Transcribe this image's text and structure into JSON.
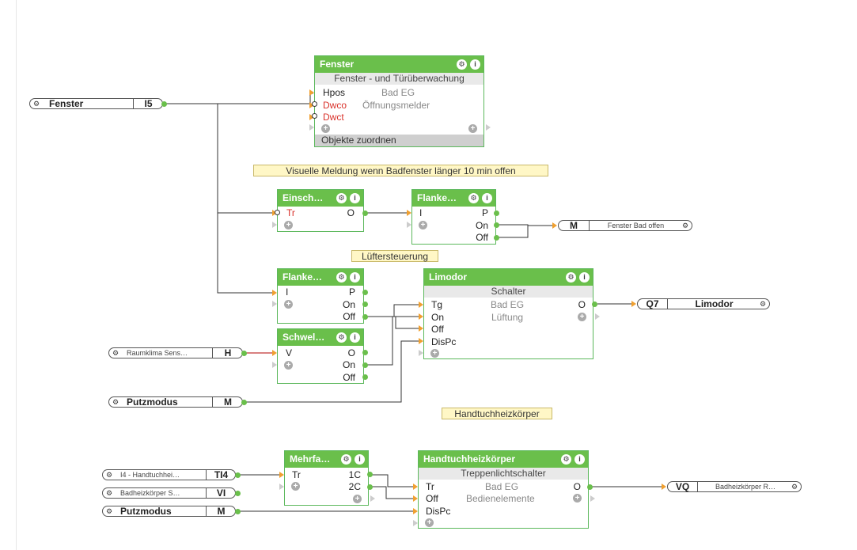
{
  "icons": {
    "gear": "gear-icon",
    "info": "info-icon",
    "plus": "plus-icon"
  },
  "colors": {
    "block_header": "#6abf4b",
    "input_pin": "#f0a030",
    "note_bg": "#fff7c6",
    "wire": "#333333",
    "red_wire": "#b00000"
  },
  "notes": {
    "n1": "Visuelle Meldung wenn Badfenster länger 10 min offen",
    "n2": "Lüftersteuerung",
    "n3": "Handtuchheizkörper"
  },
  "fenster": {
    "title": "Fenster",
    "subtitle": "Fenster - und Türüberwachung",
    "in1": "Hpos",
    "in2": "Dwco",
    "in3": "Dwct",
    "info1": "Bad EG",
    "info2": "Öffnungsmelder",
    "footer": "Objekte zuordnen"
  },
  "einsch": {
    "title": "Einsch…",
    "in1": "Tr",
    "out1": "O"
  },
  "flanke1": {
    "title": "Flanke…",
    "in1": "I",
    "out1": "P",
    "out2": "On",
    "out3": "Off"
  },
  "flanke2": {
    "title": "Flanke…",
    "in1": "I",
    "out1": "P",
    "out2": "On",
    "out3": "Off"
  },
  "schwel": {
    "title": "Schwel…",
    "in1": "V",
    "out1": "O",
    "out2": "On",
    "out3": "Off"
  },
  "limodor": {
    "title": "Limodor",
    "subtitle": "Schalter",
    "in1": "Tg",
    "in2": "On",
    "in3": "Off",
    "in4": "DisPc",
    "info1": "Bad EG",
    "info2": "Lüftung",
    "out1": "O"
  },
  "mehrfa": {
    "title": "Mehrfa…",
    "in1": "Tr",
    "out1": "1C",
    "out2": "2C"
  },
  "handtuch": {
    "title": "Handtuchheizkörper",
    "subtitle": "Treppenlichtschalter",
    "in1": "Tr",
    "in2": "Off",
    "in3": "DisPc",
    "info1": "Bad EG",
    "info2": "Bedienelemente",
    "out1": "O"
  },
  "objects": {
    "fenster_in": {
      "name": "Fenster",
      "addr": "I5"
    },
    "fenster_bad": {
      "name": "Fenster Bad offen",
      "addr": "M"
    },
    "limodor_out": {
      "name": "Limodor",
      "addr": "Q7"
    },
    "raumklima": {
      "name": "Raumklima Sens…",
      "addr": "H"
    },
    "putz1": {
      "name": "Putzmodus",
      "addr": "M"
    },
    "i4": {
      "name": "I4 - Handtuchhei…",
      "addr": "TI4"
    },
    "badheiz_s": {
      "name": "Badheizkörper S…",
      "addr": "VI"
    },
    "putz2": {
      "name": "Putzmodus",
      "addr": "M"
    },
    "badheiz_r": {
      "name": "Badheizkörper R…",
      "addr": "VQ"
    }
  }
}
